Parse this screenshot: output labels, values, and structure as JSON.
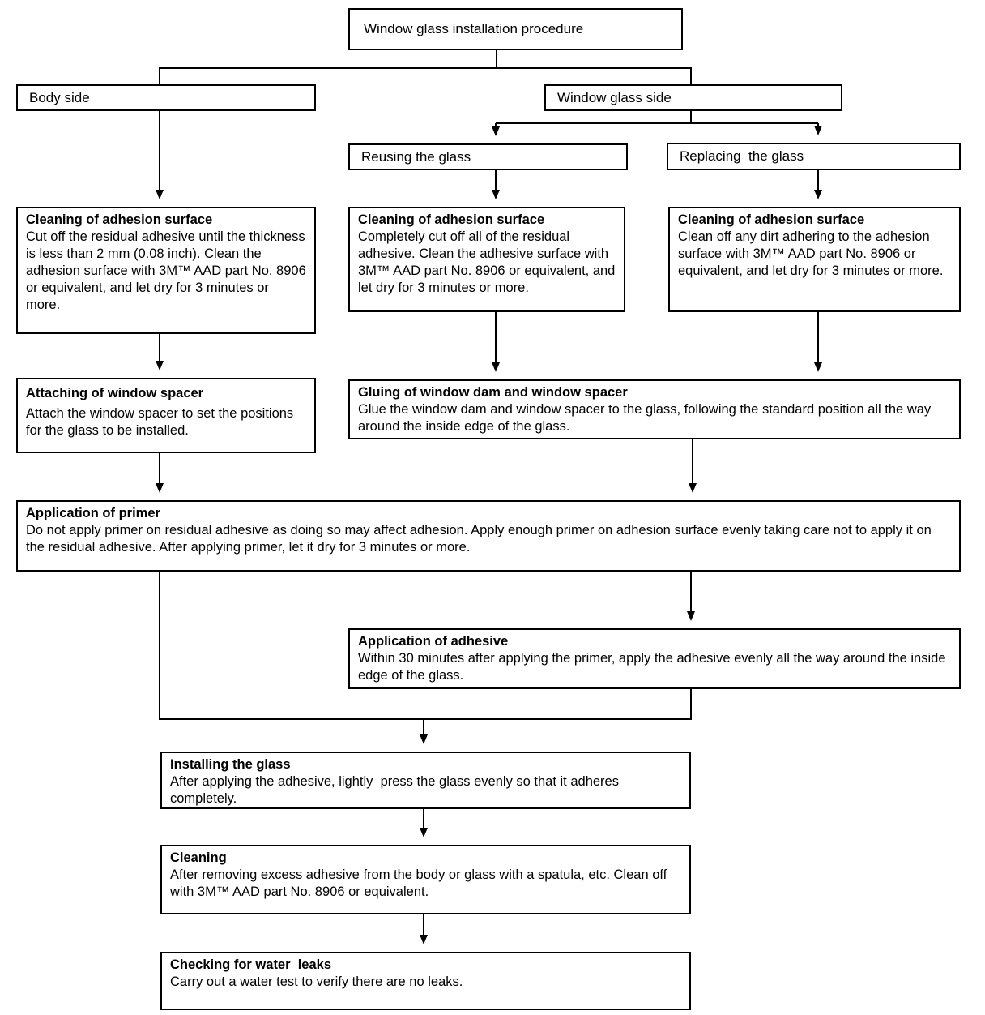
{
  "diagram": {
    "title": "Window glass installation procedure",
    "branches": {
      "body_side": {
        "label": "Body side"
      },
      "window_glass_side": {
        "label": "Window glass side"
      },
      "reusing": {
        "label": "Reusing the glass"
      },
      "replacing": {
        "label": "Replacing  the glass"
      }
    },
    "steps": {
      "clean_body": {
        "title": "Cleaning of adhesion surface",
        "body": "Cut off the residual adhesive until the thickness is less than 2 mm (0.08 inch). Clean the adhesion surface with 3M™ AAD part No. 8906 or equivalent, and let dry for 3 minutes or more."
      },
      "clean_reuse": {
        "title": "Cleaning of adhesion surface",
        "body": "Completely cut off all of the residual adhesive. Clean the adhesive surface with 3M™ AAD part No. 8906 or equivalent, and let dry for 3 minutes or more."
      },
      "clean_replace": {
        "title": "Cleaning of adhesion surface",
        "body": "Clean off any dirt adhering to the adhesion surface with 3M™ AAD part No. 8906 or equivalent, and let dry for 3 minutes or more."
      },
      "attach_spacer": {
        "title": "Attaching of window spacer",
        "body": "Attach the window spacer to set the positions for the glass to be installed."
      },
      "gluing": {
        "title": "Gluing of window dam and window spacer",
        "body": "Glue the window dam and window spacer to the glass, following the standard position all the way around the inside edge of the glass."
      },
      "primer": {
        "title": "Application of primer",
        "body": "Do not apply primer on residual adhesive as doing so may affect adhesion. Apply enough primer on adhesion surface evenly taking care not to apply it on the residual adhesive. After applying primer, let it dry for 3 minutes or more."
      },
      "adhesive": {
        "title": "Application of adhesive",
        "body": "Within 30 minutes after applying the primer, apply the adhesive evenly all the way around the inside edge of the glass."
      },
      "installing": {
        "title": "Installing the glass",
        "body": "After applying the adhesive, lightly  press the glass evenly so that it adheres completely."
      },
      "cleaning": {
        "title": "Cleaning",
        "body": "After removing excess adhesive from the body or glass with a spatula, etc. Clean off  with 3M™ AAD part No. 8906 or equivalent."
      },
      "checking": {
        "title": "Checking for water  leaks",
        "body": "Carry out a water test to verify there are no leaks."
      }
    },
    "colors": {
      "line": "#000000",
      "background": "#ffffff",
      "text": "#000000"
    }
  }
}
